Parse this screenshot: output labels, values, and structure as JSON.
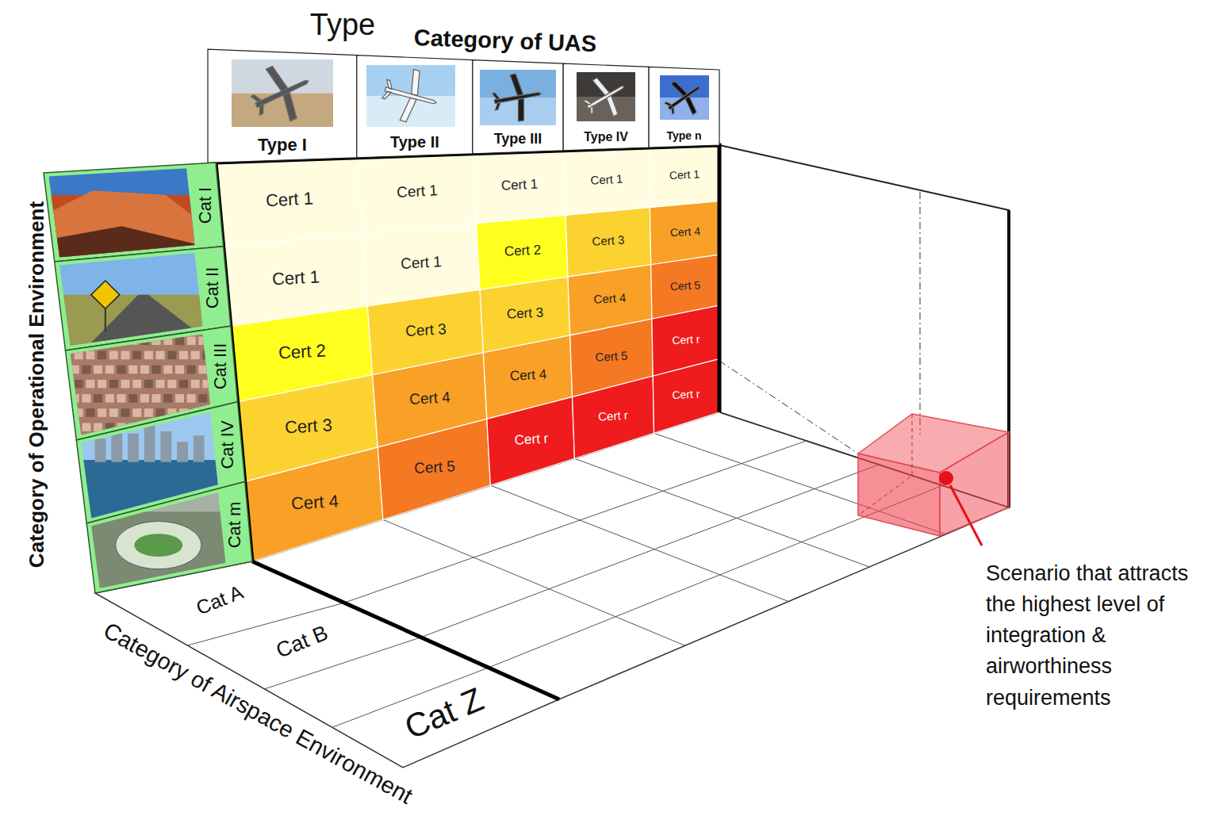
{
  "diagram": {
    "nodes": [
      {
        "text": [
          "Type I"
        ]
      },
      {
        "text": [
          "Type II"
        ]
      },
      {
        "text": [
          "Type III"
        ]
      },
      {
        "text": [
          "Type IV"
        ]
      },
      {
        "text": [
          "Type n"
        ]
      },
      {
        "text": [
          "Cat I"
        ]
      },
      {
        "text": [
          "Cat II"
        ]
      },
      {
        "text": [
          "Cat III"
        ]
      },
      {
        "text": [
          "Cat IV"
        ]
      },
      {
        "text": [
          "Cat m"
        ]
      }
    ],
    "labels": [
      "Type",
      "Category of UAS",
      "Category of Operational Environment",
      "Cert 1",
      "Cert 1",
      "Cert 1",
      "Cert 1",
      "Cert 1",
      "Cert 1",
      "Cert 1",
      "Cert 2",
      "Cert 3",
      "Cert 4",
      "Cert 2",
      "Cert 3",
      "Cert 3",
      "Cert 4",
      "Cert 5",
      "Cert 3",
      "Cert 4",
      "Cert 4",
      "Cert 5",
      "Cert r",
      "Cert 4",
      "Cert 5",
      "Cert r",
      "Cert r",
      "Cert r",
      "Cat A",
      "Cat B",
      "Cat Z",
      "Category of Airspace Environment",
      "Scenario that attracts the highest level of integration & airworthiness requirements"
    ]
  }
}
